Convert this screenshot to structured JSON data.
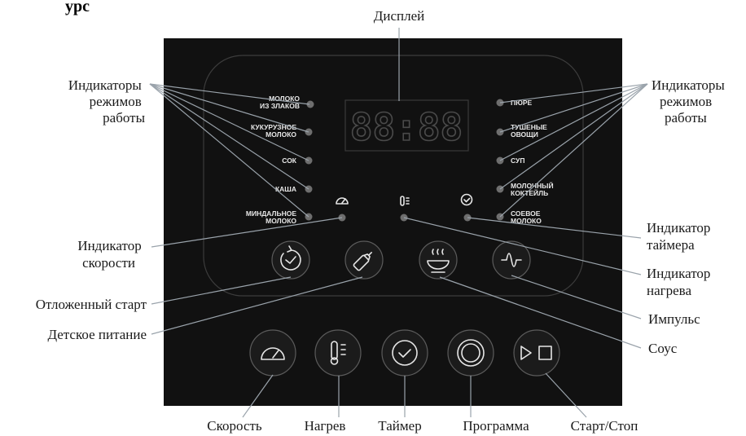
{
  "header_fragment": "урс",
  "labels": {
    "display": "Дисплей",
    "mode_indicators_left": [
      "Индикаторы",
      "режимов",
      "работы"
    ],
    "mode_indicators_right": [
      "Индикаторы",
      "режимов",
      "работы"
    ],
    "speed_indicator": [
      "Индикатор",
      "скорости"
    ],
    "timer_indicator": [
      "Индикатор",
      "таймера"
    ],
    "heat_indicator": [
      "Индикатор",
      "нагрева"
    ],
    "delayed_start": "Отложенный старт",
    "baby_food": "Детское питание",
    "pulse": "Импульс",
    "sauce": "Соус",
    "speed": "Скорость",
    "heat": "Нагрев",
    "timer": "Таймер",
    "program": "Программа",
    "start_stop": "Старт/Стоп"
  },
  "panel": {
    "display_value": "88:88",
    "left_modes": [
      [
        "МОЛОКО",
        "ИЗ ЗЛАКОВ"
      ],
      [
        "КУКУРУЗНОЕ",
        "МОЛОКО"
      ],
      [
        "СОК"
      ],
      [
        "КАША"
      ],
      [
        "МИНДАЛЬНОЕ",
        "МОЛОКО"
      ]
    ],
    "right_modes": [
      [
        "ПЮРЕ"
      ],
      [
        "ТУШЕНЫЕ",
        "ОВОЩИ"
      ],
      [
        "СУП"
      ],
      [
        "МОЛОЧНЫЙ",
        "КОКТЕЙЛЬ"
      ],
      [
        "СОЕВОЕ",
        "МОЛОКО"
      ]
    ]
  }
}
